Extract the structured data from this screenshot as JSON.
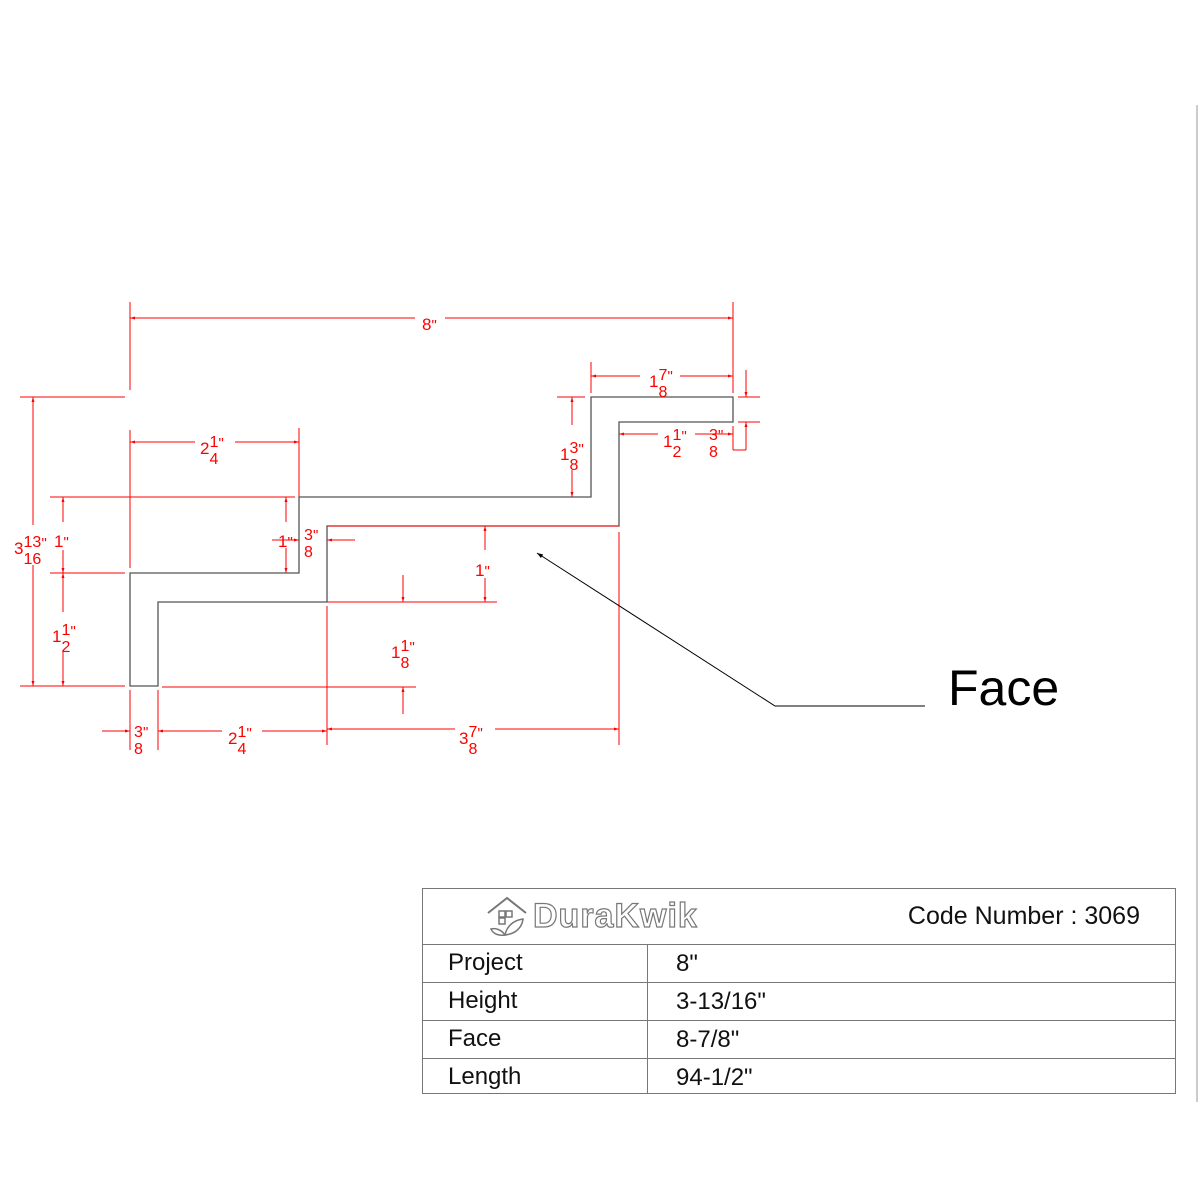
{
  "drawing": {
    "callout_label": "Face",
    "dimensions": [
      {
        "id": "overall-width",
        "whole": "8",
        "num": "",
        "den": ""
      },
      {
        "id": "top-flange-width",
        "whole": "1",
        "num": "7",
        "den": "8"
      },
      {
        "id": "top-inner-width",
        "whole": "1",
        "num": "1",
        "den": "2"
      },
      {
        "id": "top-thickness",
        "whole": "",
        "num": "3",
        "den": "8"
      },
      {
        "id": "top-rise",
        "whole": "1",
        "num": "3",
        "den": "8"
      },
      {
        "id": "left-step-width",
        "whole": "2",
        "num": "1",
        "den": "4"
      },
      {
        "id": "overall-height",
        "whole": "3",
        "num": "13",
        "den": "16"
      },
      {
        "id": "upper-left-rise",
        "whole": "1",
        "num": "",
        "den": ""
      },
      {
        "id": "lower-left-rise",
        "whole": "1",
        "num": "1",
        "den": "2"
      },
      {
        "id": "inner-step-rise",
        "whole": "1",
        "num": "",
        "den": ""
      },
      {
        "id": "mid-thickness",
        "whole": "",
        "num": "3",
        "den": "8"
      },
      {
        "id": "face-rise",
        "whole": "1",
        "num": "",
        "den": ""
      },
      {
        "id": "bottom-rise",
        "whole": "1",
        "num": "1",
        "den": "8"
      },
      {
        "id": "bottom-thickness",
        "whole": "",
        "num": "3",
        "den": "8"
      },
      {
        "id": "bottom-step-width",
        "whole": "2",
        "num": "1",
        "den": "4"
      },
      {
        "id": "face-width",
        "whole": "3",
        "num": "7",
        "den": "8"
      }
    ]
  },
  "title_block": {
    "brand": "DuraKwik",
    "code_number": "Code Number : 3069",
    "rows": [
      {
        "label": "Project",
        "value": "8\""
      },
      {
        "label": "Height",
        "value": "3-13/16\""
      },
      {
        "label": "Face",
        "value": "8-7/8\""
      },
      {
        "label": "Length",
        "value": "94-1/2\""
      }
    ]
  },
  "colors": {
    "dimension": "#ff0000",
    "profile": "#555555"
  }
}
